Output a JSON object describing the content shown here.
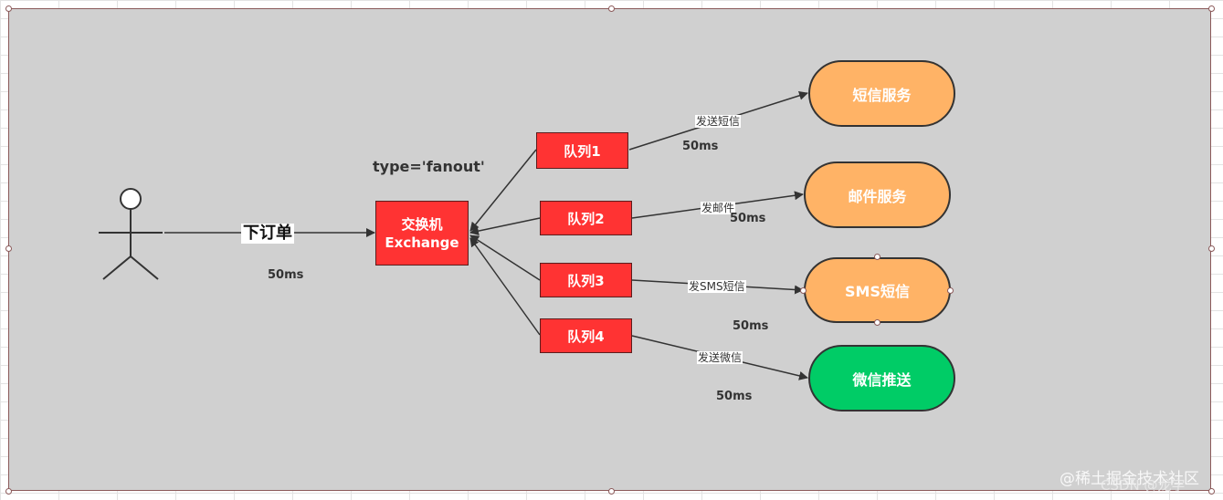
{
  "diagram": {
    "actor_edge_label": "下订单",
    "actor_ms": "50ms",
    "type_label": "type='fanout'",
    "exchange": {
      "line1": "交换机",
      "line2": "Exchange"
    },
    "queues": [
      "队列1",
      "队列2",
      "队列3",
      "队列4"
    ],
    "services": [
      "短信服务",
      "邮件服务",
      "SMS短信",
      "微信推送"
    ],
    "edge_labels": [
      "发送短信",
      "发邮件",
      "发SMS短信",
      "发送微信"
    ],
    "edge_ms": [
      "50ms",
      "50ms",
      "50ms",
      "50ms"
    ],
    "colors": {
      "queue": "#ff3333",
      "service_orange": "#ffb366",
      "service_green": "#00cc66",
      "canvas": "#d0d0d0"
    }
  },
  "watermark": {
    "line1": "@稀土掘金技术社区",
    "line2": "CSDN @龙字"
  }
}
